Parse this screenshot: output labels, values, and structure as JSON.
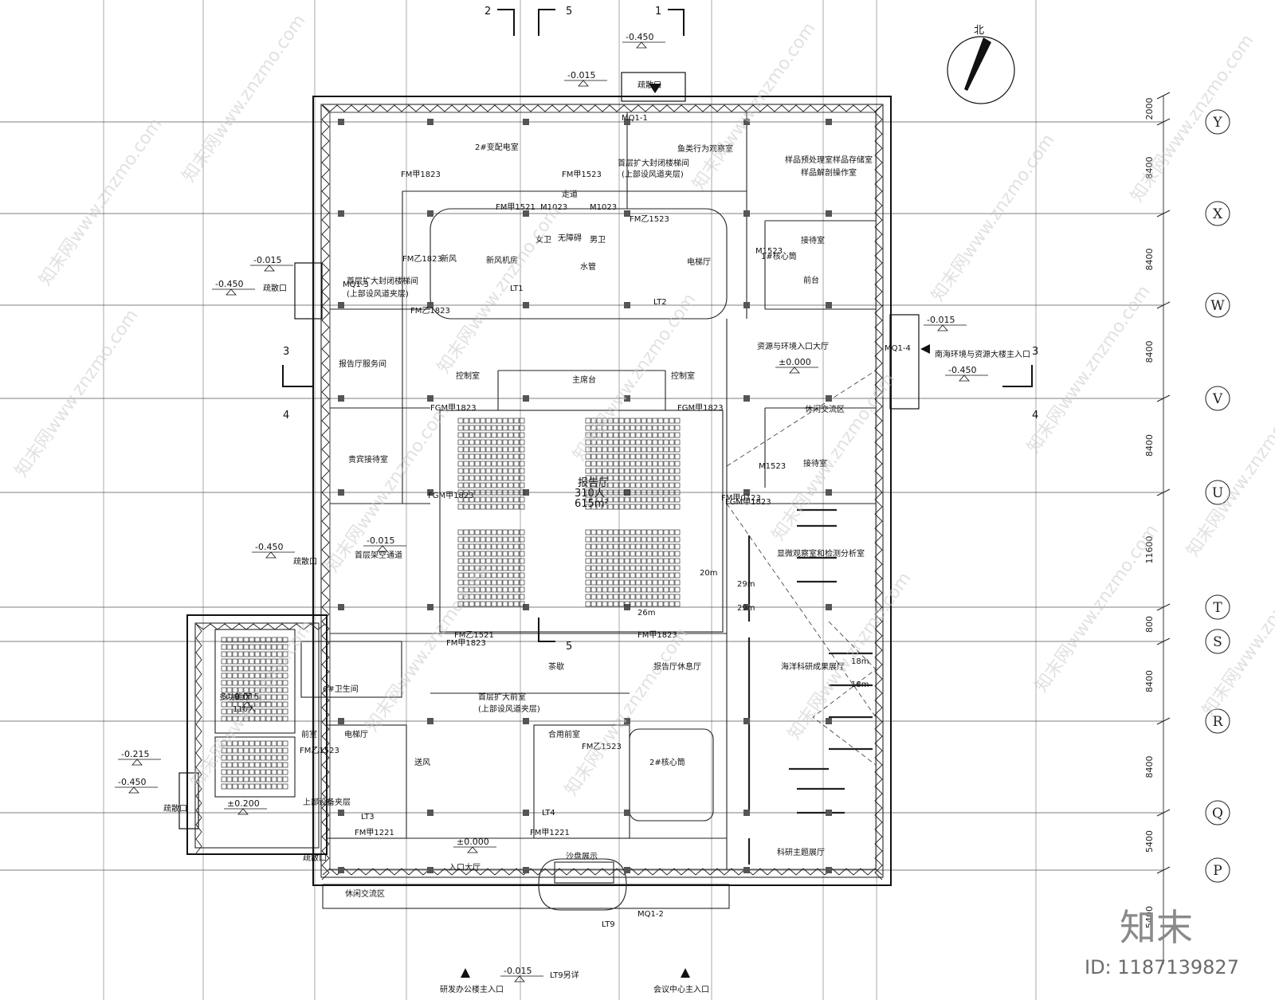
{
  "plan": {
    "north_label": "北",
    "axis_labels": [
      "Y",
      "X",
      "W",
      "V",
      "U",
      "T",
      "S",
      "R",
      "Q",
      "P"
    ],
    "axis_dims": [
      "2000",
      "8400",
      "8400",
      "8400",
      "8400",
      "11600",
      "800",
      "8400",
      "8400",
      "5400",
      "5400"
    ],
    "section_marks": [
      "2",
      "5",
      "1",
      "3",
      "4",
      "3",
      "4",
      "5"
    ],
    "levels": [
      "-0.450",
      "-0.015",
      "-0.015",
      "-0.450",
      "-0.015",
      "-0.450",
      "-0.015",
      "-0.450",
      "-0.015",
      "-0.215",
      "-0.450",
      "±0.000",
      "±0.000",
      "±0.200",
      "-0.015"
    ],
    "rooms": [
      {
        "id": "r1",
        "text": "2#变配电室"
      },
      {
        "id": "r2",
        "text": "鱼类行为观察室"
      },
      {
        "id": "r3",
        "text": "样品预处理室"
      },
      {
        "id": "r4",
        "text": "样品存储室"
      },
      {
        "id": "r5",
        "text": "样品解剖操作室"
      },
      {
        "id": "r6",
        "text": "首层扩大封闭楼梯间"
      },
      {
        "id": "r7",
        "text": "(上部设风道夹层)"
      },
      {
        "id": "r8",
        "text": "走道"
      },
      {
        "id": "r9",
        "text": "新风机房"
      },
      {
        "id": "r10",
        "text": "新风"
      },
      {
        "id": "r11",
        "text": "女卫"
      },
      {
        "id": "r12",
        "text": "男卫"
      },
      {
        "id": "r13",
        "text": "无障碍"
      },
      {
        "id": "r14",
        "text": "水管"
      },
      {
        "id": "r15",
        "text": "接待室"
      },
      {
        "id": "r16",
        "text": "1#核心筒"
      },
      {
        "id": "r17",
        "text": "前台"
      },
      {
        "id": "r18",
        "text": "电梯厅"
      },
      {
        "id": "r19",
        "text": "首层扩大封闭楼梯间"
      },
      {
        "id": "r20",
        "text": "(上部设风道夹层)"
      },
      {
        "id": "r21",
        "text": "资源与环境入口大厅"
      },
      {
        "id": "r22",
        "text": "报告厅服务间"
      },
      {
        "id": "r23",
        "text": "控制室"
      },
      {
        "id": "r24",
        "text": "主席台"
      },
      {
        "id": "r25",
        "text": "控制室"
      },
      {
        "id": "r26",
        "text": "休闲交流区"
      },
      {
        "id": "r27",
        "text": "贵宾接待室"
      },
      {
        "id": "r28",
        "text": "报告厅"
      },
      {
        "id": "r29",
        "text": "310人"
      },
      {
        "id": "r30",
        "text": "615m²"
      },
      {
        "id": "r31",
        "text": "接待室"
      },
      {
        "id": "r32",
        "text": "首层架空通道"
      },
      {
        "id": "r33",
        "text": "显微观察室和检测分析室"
      },
      {
        "id": "r34",
        "text": "茶歇"
      },
      {
        "id": "r35",
        "text": "报告厅休息厅"
      },
      {
        "id": "r36",
        "text": "首层扩大前室"
      },
      {
        "id": "r37",
        "text": "(上部设风道夹层)"
      },
      {
        "id": "r38",
        "text": "海洋科研成果展厅"
      },
      {
        "id": "r39",
        "text": "6#卫生间"
      },
      {
        "id": "r40",
        "text": "多功能厅"
      },
      {
        "id": "r41",
        "text": "110人"
      },
      {
        "id": "r42",
        "text": "前室"
      },
      {
        "id": "r43",
        "text": "电梯厅"
      },
      {
        "id": "r44",
        "text": "合用前室"
      },
      {
        "id": "r45",
        "text": "2#核心筒"
      },
      {
        "id": "r46",
        "text": "送风"
      },
      {
        "id": "r47",
        "text": "上部设备夹层"
      },
      {
        "id": "r48",
        "text": "入口大厅"
      },
      {
        "id": "r49",
        "text": "沙盘展示"
      },
      {
        "id": "r50",
        "text": "科研主题展厅"
      },
      {
        "id": "r51",
        "text": "休闲交流区"
      },
      {
        "id": "r52",
        "text": "LT1"
      },
      {
        "id": "r53",
        "text": "LT2"
      },
      {
        "id": "r54",
        "text": "LT3"
      },
      {
        "id": "r55",
        "text": "LT4"
      },
      {
        "id": "r56",
        "text": "LT9"
      },
      {
        "id": "r57",
        "text": "LT9另详"
      },
      {
        "id": "r58",
        "text": "疏散口"
      },
      {
        "id": "r59",
        "text": "疏散口"
      },
      {
        "id": "r60",
        "text": "疏散口"
      },
      {
        "id": "r61",
        "text": "疏散口"
      },
      {
        "id": "r62",
        "text": "疏散口"
      }
    ],
    "entrances": {
      "east": "南海环境与资源大楼主入口",
      "south_left": "研发办公楼主入口",
      "south_right": "会议中心主入口"
    },
    "door_tags": [
      "FM甲1823",
      "FM甲1523",
      "FM甲1521",
      "M1023",
      "M1023",
      "FM乙1523",
      "FM乙1823",
      "FM乙1823",
      "FGM甲1823",
      "FGM甲1823",
      "FGM甲1823",
      "FGM甲1823",
      "FM甲0123",
      "FM甲1823",
      "FM甲1823",
      "FM乙1521",
      "FM甲1221",
      "FM甲1221",
      "FM乙1523",
      "FM乙1523",
      "M1523",
      "M1523",
      "MQ1-1",
      "MQ1-2",
      "MQ1-3",
      "MQ1-4"
    ],
    "dimension_notes": [
      "20m",
      "29m",
      "29m",
      "18m",
      "18m",
      "26m"
    ]
  },
  "watermark": {
    "site": "www.znzmo.com",
    "brand": "知末网",
    "logo": "知末",
    "id_text": "ID: 1187139827"
  }
}
